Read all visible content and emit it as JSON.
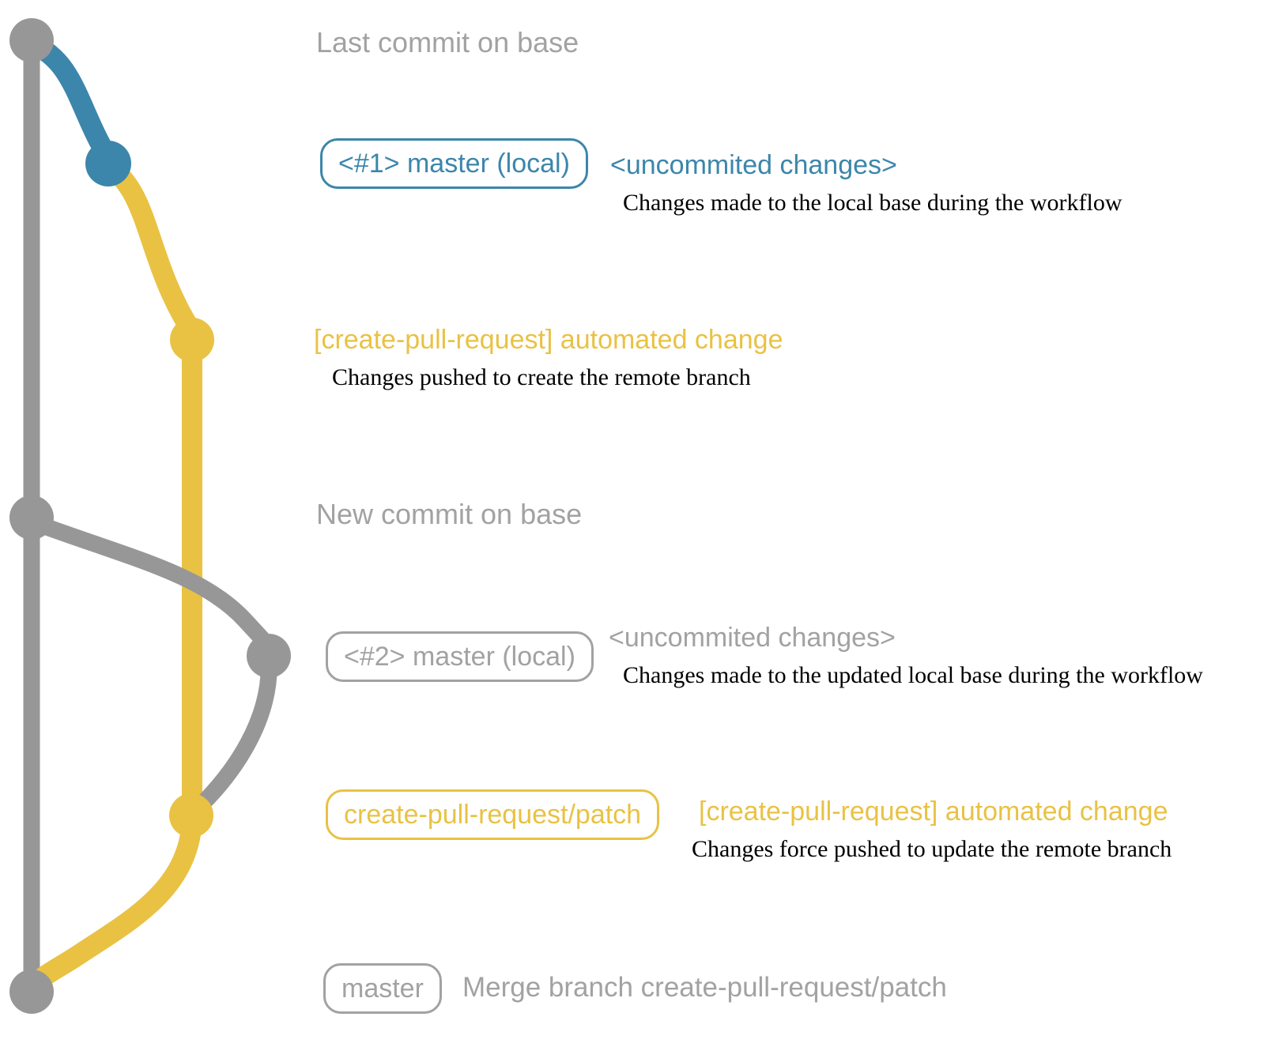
{
  "colors": {
    "gray": "#979797",
    "gray_text": "#a2a2a2",
    "blue": "#3c86ab",
    "yellow": "#e9c244",
    "black": "#000000"
  },
  "graph": {
    "branches": [
      "base",
      "master (local)",
      "create-pull-request/patch"
    ],
    "commit_dots": [
      {
        "name": "last-commit-on-base",
        "branch": "base",
        "color": "gray"
      },
      {
        "name": "uncommited-changes-1",
        "branch": "master (local)",
        "color": "blue"
      },
      {
        "name": "automated-change-1",
        "branch": "create-pull-request/patch",
        "color": "yellow"
      },
      {
        "name": "new-commit-on-base",
        "branch": "base",
        "color": "gray"
      },
      {
        "name": "uncommited-changes-2",
        "branch": "master (local)",
        "color": "gray"
      },
      {
        "name": "automated-change-2",
        "branch": "create-pull-request/patch",
        "color": "yellow"
      },
      {
        "name": "merge-commit",
        "branch": "base",
        "color": "gray"
      }
    ]
  },
  "annotations": {
    "row1": {
      "note": "Last commit on base"
    },
    "row2": {
      "badge": "<#1> master (local)",
      "label": "<uncommited changes>",
      "description": "Changes made to the local base during the workflow"
    },
    "row3": {
      "label": "[create-pull-request] automated change",
      "description": "Changes pushed to create the remote branch"
    },
    "row4": {
      "note": "New commit on base"
    },
    "row5": {
      "badge": "<#2> master (local)",
      "label": "<uncommited changes>",
      "description": "Changes made to the updated local base during the workflow"
    },
    "row6": {
      "badge": "create-pull-request/patch",
      "label": "[create-pull-request] automated change",
      "description": "Changes force pushed to update the remote branch"
    },
    "row7": {
      "badge": "master",
      "label": "Merge branch create-pull-request/patch"
    }
  }
}
